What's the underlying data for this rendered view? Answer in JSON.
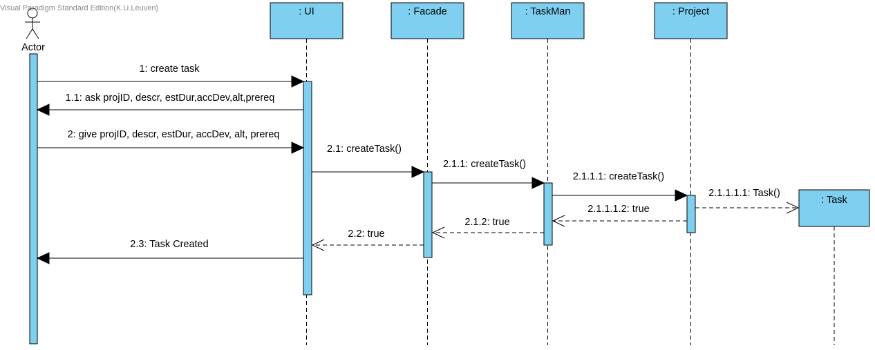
{
  "watermark": "Visual Paradigm Standard Edition(K.U.Leuven)",
  "actor": {
    "name": "Actor"
  },
  "lifelines": [
    {
      "id": "ui",
      "label": ": UI"
    },
    {
      "id": "facade",
      "label": ": Facade"
    },
    {
      "id": "taskman",
      "label": ": TaskMan"
    },
    {
      "id": "project",
      "label": ": Project"
    },
    {
      "id": "task",
      "label": ": Task"
    }
  ],
  "messages": [
    {
      "label": "1: create task",
      "from": "actor",
      "to": "ui",
      "kind": "sync"
    },
    {
      "label": "1.1: ask projID, descr, estDur,accDev,alt,prereq",
      "from": "ui",
      "to": "actor",
      "kind": "sync"
    },
    {
      "label": "2: give projID, descr, estDur, accDev, alt, prereq",
      "from": "actor",
      "to": "ui",
      "kind": "sync"
    },
    {
      "label": "2.1: createTask()",
      "from": "ui",
      "to": "facade",
      "kind": "sync"
    },
    {
      "label": "2.1.1: createTask()",
      "from": "facade",
      "to": "taskman",
      "kind": "sync"
    },
    {
      "label": "2.1.1.1: createTask()",
      "from": "taskman",
      "to": "project",
      "kind": "sync"
    },
    {
      "label": "2.1.1.1.1: Task()",
      "from": "project",
      "to": "task",
      "kind": "create"
    },
    {
      "label": "2.1.1.1.2: true",
      "from": "project",
      "to": "taskman",
      "kind": "return"
    },
    {
      "label": "2.1.2: true",
      "from": "taskman",
      "to": "facade",
      "kind": "return"
    },
    {
      "label": "2.2: true",
      "from": "facade",
      "to": "ui",
      "kind": "return"
    },
    {
      "label": "2.3: Task Created",
      "from": "ui",
      "to": "actor",
      "kind": "sync"
    }
  ],
  "colors": {
    "lifeline_fill": "#7ecff0",
    "line": "#000000",
    "watermark": "#8a8a8a"
  }
}
